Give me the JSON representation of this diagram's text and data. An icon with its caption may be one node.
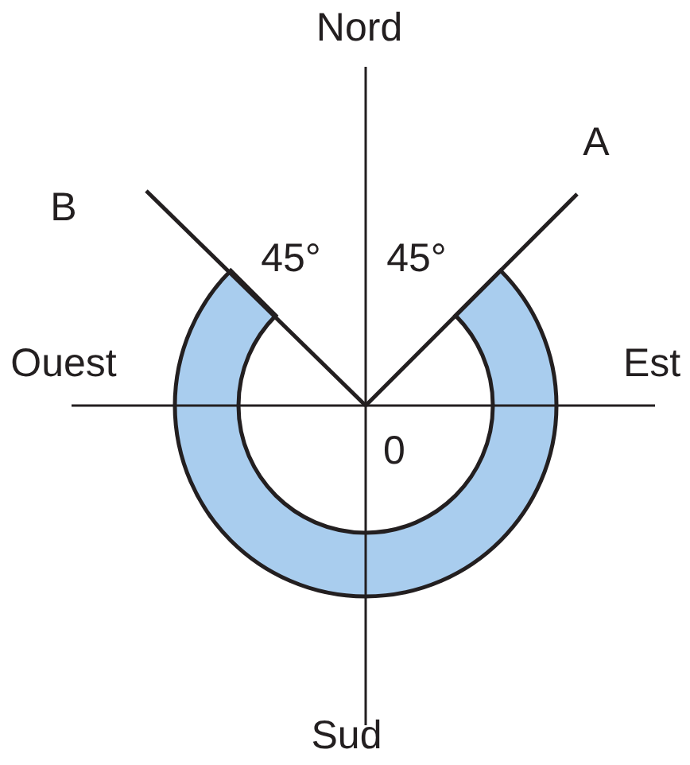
{
  "diagram": {
    "labels": [
      "Nord",
      "A",
      "B",
      "45°",
      "45°",
      "Ouest",
      "Est",
      "0",
      "Sud"
    ]
  }
}
